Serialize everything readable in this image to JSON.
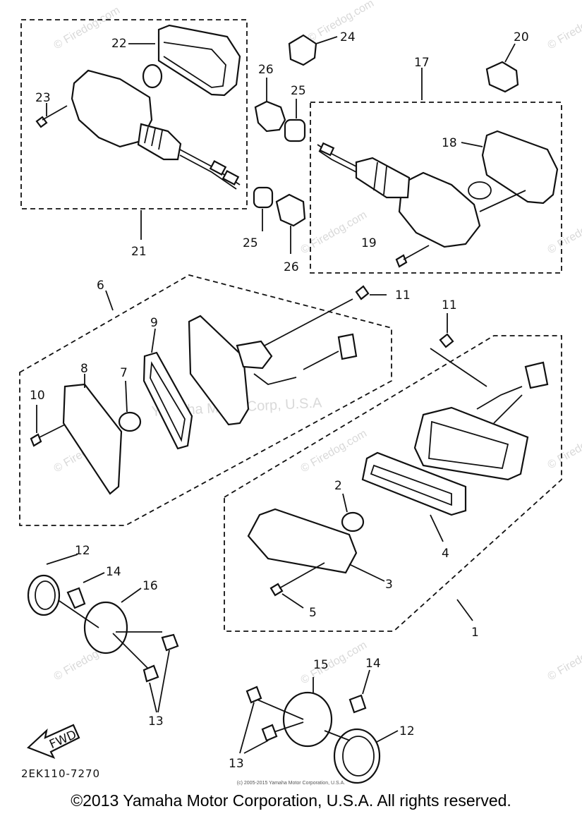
{
  "diagram": {
    "code": "2EK110-7270",
    "fwd_label": "FWD",
    "watermark_repeat": "© Firedog.com",
    "watermark_center": "Yamaha Motor Corp, U.S.A",
    "small_copyright": "(c) 2005-2015 Yamaha Motor Corporation, U.S.A.",
    "copyright": "©2013 Yamaha Motor Corporation, U.S.A. All rights reserved.",
    "labels": {
      "p1": "1",
      "p2": "2",
      "p3": "3",
      "p4": "4",
      "p5": "5",
      "p6": "6",
      "p7": "7",
      "p8": "8",
      "p9": "9",
      "p10": "10",
      "p11a": "11",
      "p11b": "11",
      "p12a": "12",
      "p12b": "12",
      "p13a": "13",
      "p13b": "13",
      "p14a": "14",
      "p14b": "14",
      "p15": "15",
      "p16": "16",
      "p17": "17",
      "p18": "18",
      "p19": "19",
      "p20": "20",
      "p21": "21",
      "p22": "22",
      "p23": "23",
      "p24": "24",
      "p25a": "25",
      "p25b": "25",
      "p26a": "26",
      "p26b": "26"
    }
  }
}
